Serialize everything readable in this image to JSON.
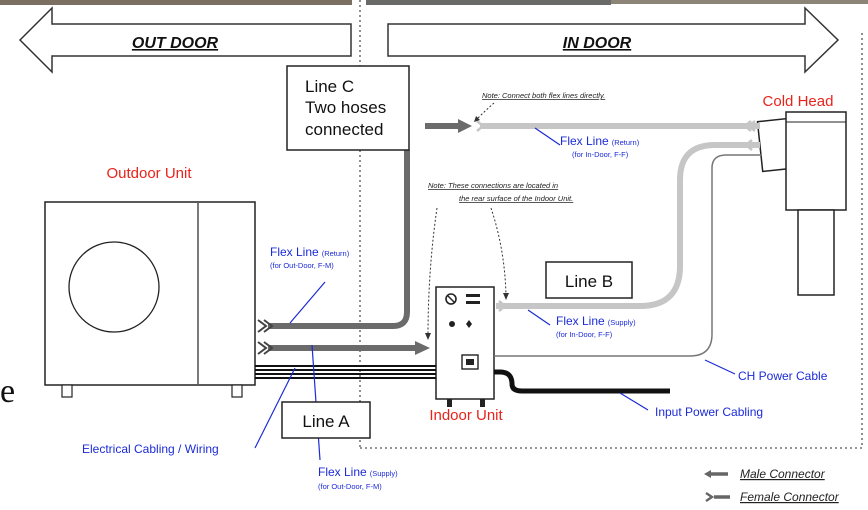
{
  "zones": {
    "outdoor": "OUT DOOR",
    "indoor": "IN DOOR"
  },
  "boxes": {
    "line_c": [
      "Line C",
      "Two hoses",
      "connected"
    ],
    "line_b": "Line B",
    "line_a": "Line A"
  },
  "units": {
    "outdoor": "Outdoor Unit",
    "indoor": "Indoor Unit",
    "cold_head": "Cold Head"
  },
  "notes": {
    "connect_direct": "Note: Connect both flex lines directly.",
    "rear_surface_1": "Note: These connections are located in",
    "rear_surface_2": "the rear surface of the Indoor Unit."
  },
  "flex_lines": {
    "indoor_return": {
      "name": "Flex Line",
      "kind": "(Return)",
      "detail": "(for In-Door, F-F)"
    },
    "outdoor_return": {
      "name": "Flex Line",
      "kind": "(Return)",
      "detail": "(for Out-Door, F-M)"
    },
    "indoor_supply": {
      "name": "Flex Line",
      "kind": "(Supply)",
      "detail": "(for In-Door, F-F)"
    },
    "outdoor_supply": {
      "name": "Flex Line",
      "kind": "(Supply)",
      "detail": "(for Out-Door, F-M)"
    }
  },
  "cables": {
    "ch_power": "CH Power Cable",
    "input_power": "Input Power Cabling",
    "electrical": "Electrical Cabling / Wiring"
  },
  "legend": {
    "male": "Male Connector",
    "female": "Female Connector"
  },
  "edge_char": "e",
  "colors": {
    "accent_red": "#e8231c",
    "label_blue": "#1b2bd6",
    "hose_dark": "#5e5e5e",
    "hose_light": "#c8c8c8"
  }
}
